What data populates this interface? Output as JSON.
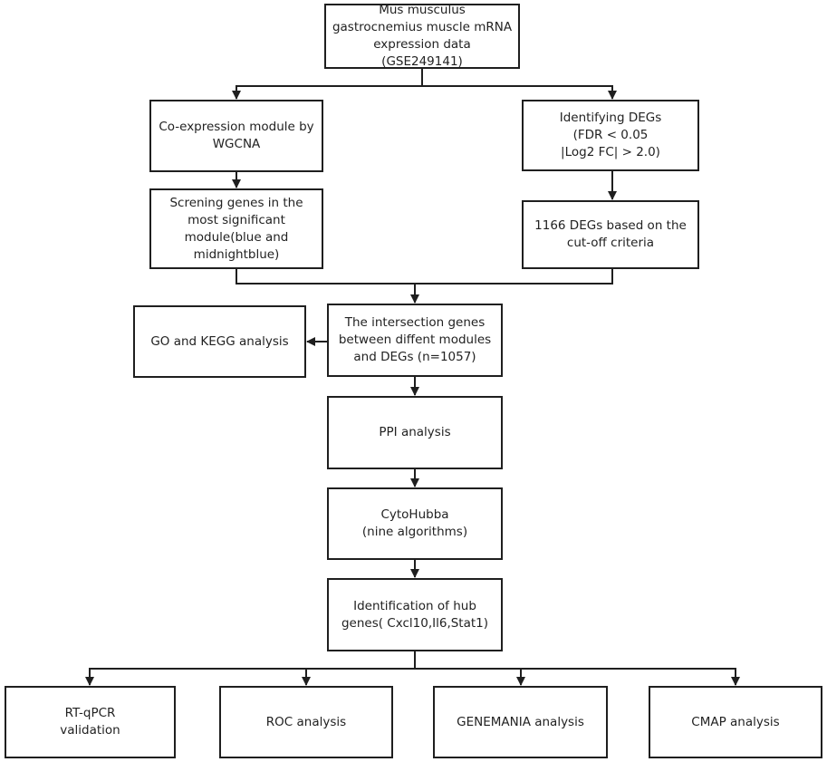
{
  "nodes": {
    "source": {
      "lines": [
        "Mus musculus",
        "gastrocnemius muscle mRNA",
        "expression data",
        "(GSE249141)"
      ]
    },
    "wgcna": {
      "lines": [
        "Co-expression module by",
        "WGCNA"
      ]
    },
    "degs": {
      "lines": [
        "Identifying DEGs",
        "(FDR < 0.05",
        "|Log2 FC| > 2.0)"
      ]
    },
    "screening": {
      "lines": [
        "Screning genes in the",
        "most significant",
        "module(blue and",
        "midnightblue)"
      ]
    },
    "degs_count": {
      "lines": [
        "1166 DEGs based on the",
        "cut-off criteria"
      ]
    },
    "intersection": {
      "lines": [
        "The intersection genes",
        "between diffent modules",
        "and DEGs (n=1057)"
      ]
    },
    "go_kegg": {
      "lines": [
        "GO and KEGG analysis"
      ]
    },
    "ppi": {
      "lines": [
        "PPI analysis"
      ]
    },
    "cytohubba": {
      "lines": [
        "CytoHubba",
        "(nine algorithms)"
      ]
    },
    "hub_genes": {
      "lines": [
        "Identification of  hub",
        "genes( Cxcl10,Il6,Stat1)"
      ]
    },
    "rtqpcr": {
      "lines": [
        "RT-qPCR",
        "validation"
      ]
    },
    "roc": {
      "lines": [
        "ROC analysis"
      ]
    },
    "genemania": {
      "lines": [
        "GENEMANIA analysis"
      ]
    },
    "cmap": {
      "lines": [
        "CMAP analysis"
      ]
    }
  },
  "edges": [
    [
      "source",
      "wgcna"
    ],
    [
      "source",
      "degs"
    ],
    [
      "wgcna",
      "screening"
    ],
    [
      "degs",
      "degs_count"
    ],
    [
      "screening",
      "intersection"
    ],
    [
      "degs_count",
      "intersection"
    ],
    [
      "intersection",
      "go_kegg"
    ],
    [
      "intersection",
      "ppi"
    ],
    [
      "ppi",
      "cytohubba"
    ],
    [
      "cytohubba",
      "hub_genes"
    ],
    [
      "hub_genes",
      "rtqpcr"
    ],
    [
      "hub_genes",
      "roc"
    ],
    [
      "hub_genes",
      "genemania"
    ],
    [
      "hub_genes",
      "cmap"
    ]
  ]
}
